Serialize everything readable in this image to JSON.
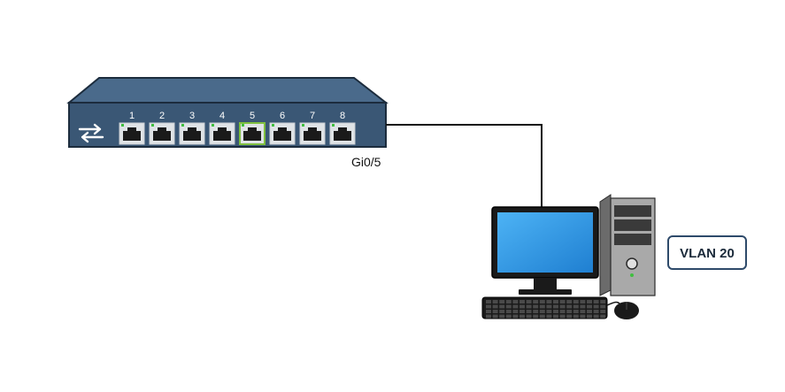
{
  "switch": {
    "ports": [
      {
        "label": "1",
        "highlighted": false
      },
      {
        "label": "2",
        "highlighted": false
      },
      {
        "label": "3",
        "highlighted": false
      },
      {
        "label": "4",
        "highlighted": false
      },
      {
        "label": "5",
        "highlighted": true
      },
      {
        "label": "6",
        "highlighted": false
      },
      {
        "label": "7",
        "highlighted": false
      },
      {
        "label": "8",
        "highlighted": false
      }
    ],
    "body_color": "#3a5775",
    "highlight_color": "#7fbf3f"
  },
  "link": {
    "interface_label": "Gi0/5"
  },
  "vlan_badge": {
    "text": "VLAN 20"
  }
}
